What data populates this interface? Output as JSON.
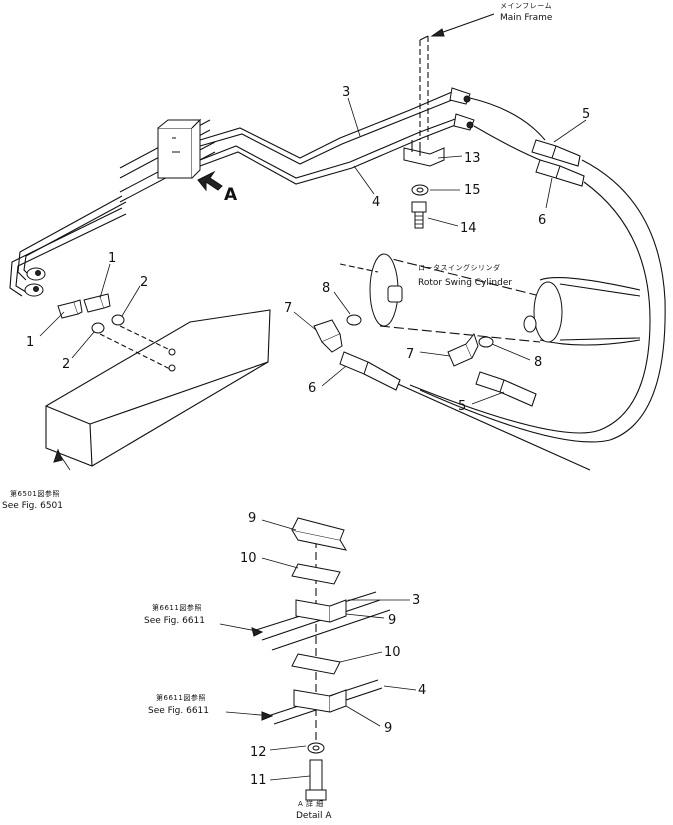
{
  "callouts": {
    "main_frame_jp": "メインフレーム",
    "main_frame": "Main Frame",
    "rotor_cyl_jp": "ロータスイングシリンダ",
    "rotor_cyl": "Rotor Swing Cylinder",
    "see_6501_jp": "第6501図参照",
    "see_6501": "See Fig. 6501",
    "see_6611_jp_a": "第6611図参照",
    "see_6611_a": "See Fig. 6611",
    "see_6611_jp_b": "第6611図参照",
    "see_6611_b": "See Fig. 6611",
    "detail_jp": "A 詳 細",
    "detail": "Detail A",
    "view_arrow": "A"
  },
  "part_numbers": {
    "p1a": "1",
    "p1b": "1",
    "p2a": "2",
    "p2b": "2",
    "p3": "3",
    "p4": "4",
    "p5a": "5",
    "p6a": "6",
    "p13": "13",
    "p15": "15",
    "p14": "14",
    "p7a": "7",
    "p8a": "8",
    "p7b": "7",
    "p8b": "8",
    "p6b": "6",
    "p5b": "5",
    "d9a": "9",
    "d10a": "10",
    "d3": "3",
    "d9b": "9",
    "d10b": "10",
    "d4": "4",
    "d9c": "9",
    "d12": "12",
    "d11": "11"
  }
}
